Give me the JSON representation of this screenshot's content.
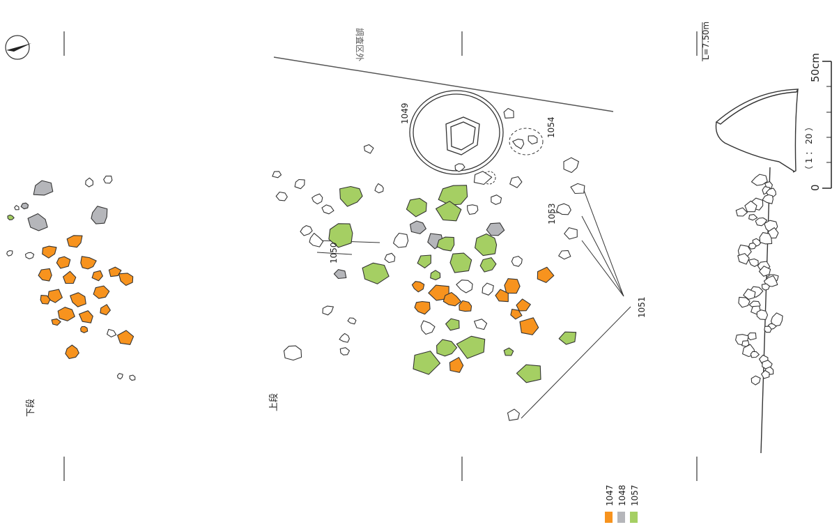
{
  "labels": {
    "lower_stage": "下段",
    "upper_stage": "上段",
    "outside_area": "調査区外",
    "elevation": "L=7.50m",
    "scale_max": "50cm",
    "scale_min": "0",
    "scale_ratio": "（ 1 ： 20 ）",
    "n1049": "1049",
    "n1050": "1050",
    "n1051": "1051",
    "n1053": "1053",
    "n1054": "1054"
  },
  "legend": [
    {
      "id": "1047",
      "color": "#f7931e"
    },
    {
      "id": "1048",
      "color": "#b5b6ba"
    },
    {
      "id": "1057",
      "color": "#a5cf63"
    }
  ],
  "colors": {
    "orange": "#f7931e",
    "gray": "#b5b6ba",
    "green": "#a5cf63",
    "line": "#333333"
  }
}
